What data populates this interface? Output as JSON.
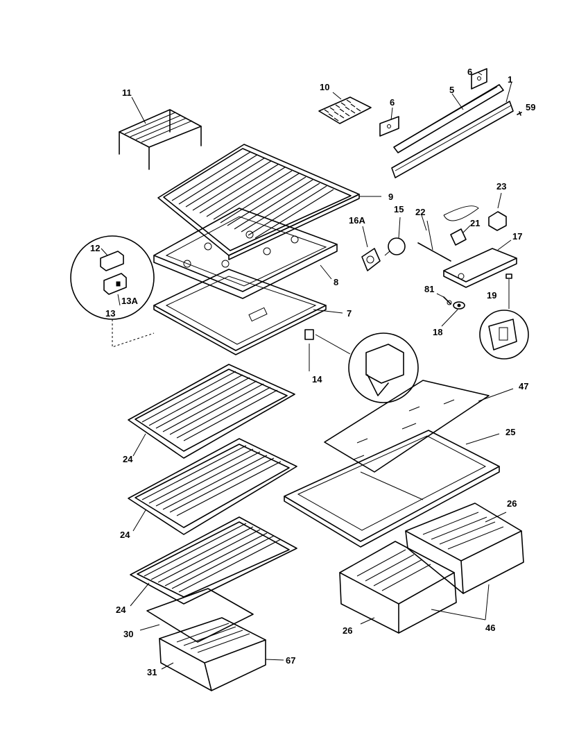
{
  "header_text": "",
  "callouts": {
    "c1": "1",
    "c5": "5",
    "c6a": "6",
    "c6b": "6",
    "c59": "59",
    "c10": "10",
    "c11": "11",
    "c9": "9",
    "c8": "8",
    "c7": "7",
    "c12": "12",
    "c13a": "13A",
    "c13": "13",
    "c14": "14",
    "c16a": "16A",
    "c15": "15",
    "c22": "22",
    "c21": "21",
    "c23": "23",
    "c17": "17",
    "c81": "81",
    "c19": "19",
    "c18": "18",
    "c47": "47",
    "c25": "25",
    "c26a": "26",
    "c26b": "26",
    "c46": "46",
    "c24a": "24",
    "c24b": "24",
    "c24c": "24",
    "c30": "30",
    "c31": "31",
    "c67": "67"
  }
}
